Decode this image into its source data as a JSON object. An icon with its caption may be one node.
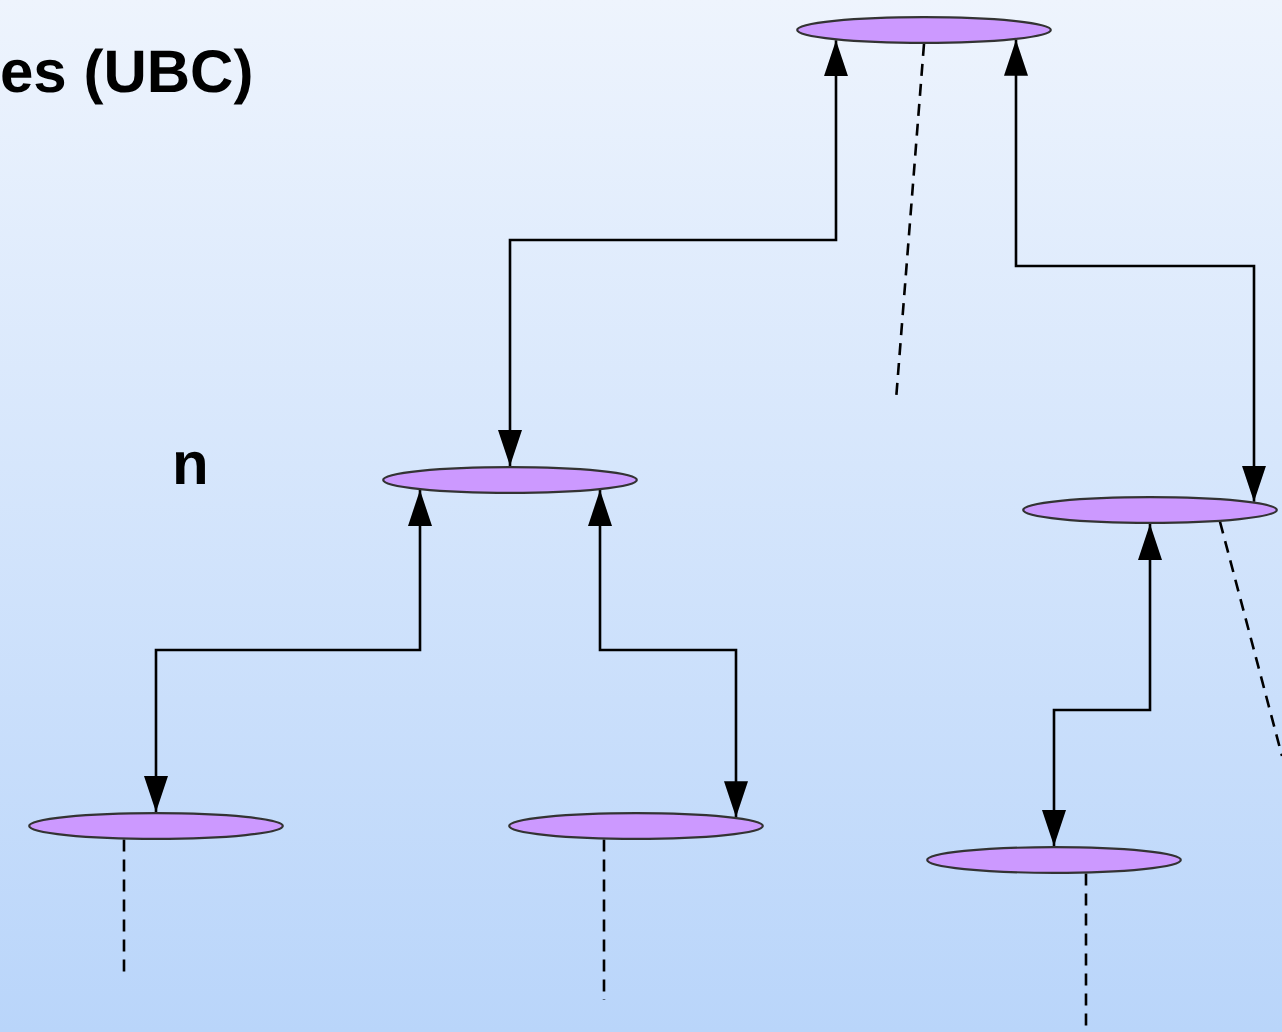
{
  "diagram": {
    "nodes": [
      {
        "text": [],
        "shape": "ellipse"
      },
      {
        "text": [],
        "shape": "ellipse"
      },
      {
        "text": [],
        "shape": "ellipse"
      },
      {
        "text": [],
        "shape": "ellipse"
      },
      {
        "text": [],
        "shape": "ellipse"
      },
      {
        "text": [],
        "shape": "ellipse"
      }
    ],
    "edges": [
      {
        "from": 0,
        "to": 1,
        "arrow": "both"
      },
      {
        "from": 0,
        "to": 2,
        "arrow": "both"
      },
      {
        "from": 1,
        "to": 3,
        "arrow": "both"
      },
      {
        "from": 1,
        "to": 4,
        "arrow": "both"
      },
      {
        "from": 2,
        "to": 5,
        "arrow": "both"
      },
      {
        "from": 0,
        "to": null,
        "arrow": "none",
        "style": "dashed"
      },
      {
        "from": 2,
        "to": null,
        "arrow": "none",
        "style": "dashed"
      },
      {
        "from": 3,
        "to": null,
        "arrow": "none",
        "style": "dashed"
      },
      {
        "from": 4,
        "to": null,
        "arrow": "none",
        "style": "dashed"
      },
      {
        "from": 5,
        "to": null,
        "arrow": "none",
        "style": "dashed"
      }
    ],
    "labels": [
      "es (UBC)",
      "n"
    ]
  }
}
